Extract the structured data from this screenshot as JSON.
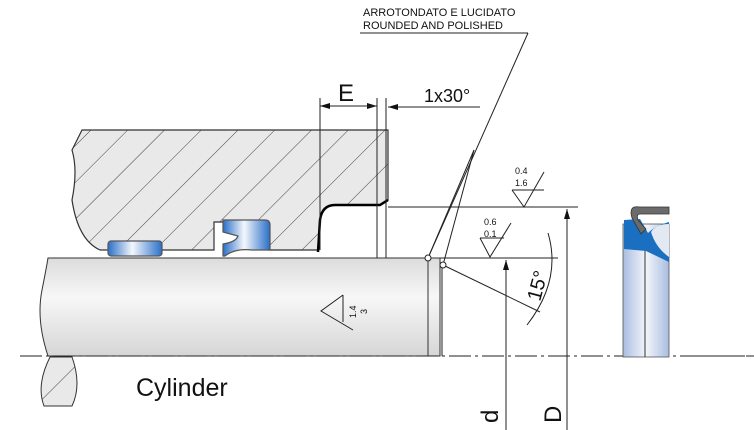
{
  "note": {
    "line1": "ARROTONDATO E LUCIDATO",
    "line2": "ROUNDED AND POLISHED"
  },
  "dimensions": {
    "groove_width": "E",
    "chamfer": "1x30°",
    "angle": "15°",
    "rod_diameter": "d",
    "bore_diameter": "D"
  },
  "surface_finish": {
    "bore": {
      "top": "0.4",
      "bottom": "1.6"
    },
    "rod": {
      "top": "0.6",
      "bottom": "0.1"
    },
    "groove": {
      "top": "1.4",
      "bottom": "3"
    }
  },
  "part_label": "Cylinder",
  "colors": {
    "seal_blue": "#1a6fc0",
    "wiper_gray": "#6b6b6b",
    "rod_gray": "#e6e6e6"
  }
}
